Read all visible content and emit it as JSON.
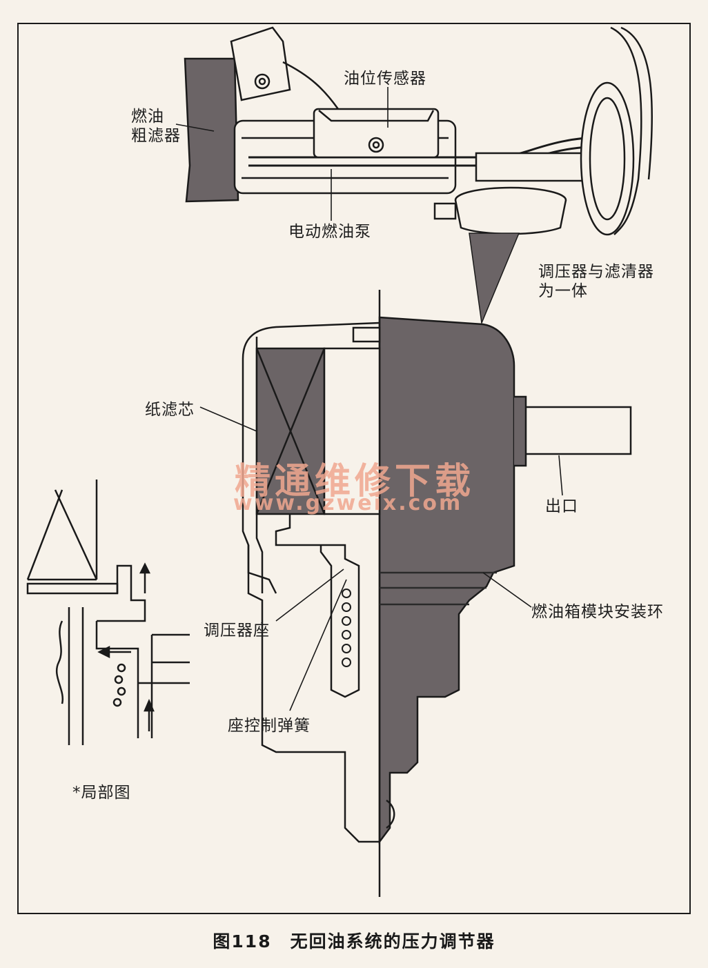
{
  "labels": {
    "fuel_coarse_filter": "燃油\n粗滤器",
    "fuel_level_sensor": "油位传感器",
    "electric_fuel_pump": "电动燃油泵",
    "regulator_filter_integrated": "调压器与滤清器\n为一体",
    "paper_filter_element": "纸滤芯",
    "outlet": "出口",
    "tank_module_mounting_ring": "燃油箱模块安装环",
    "regulator_seat": "调压器座",
    "seat_control_spring": "座控制弹簧",
    "detail_view": "*局部图"
  },
  "watermark": {
    "chinese": "精通维修下载",
    "url": "www.gzweix.com"
  },
  "caption": "图118　无回油系统的压力调节器",
  "colors": {
    "paper": "#f7f2ea",
    "line": "#1a1a1a",
    "filter_fill": "#6b6466",
    "watermark": "#f0a890"
  }
}
